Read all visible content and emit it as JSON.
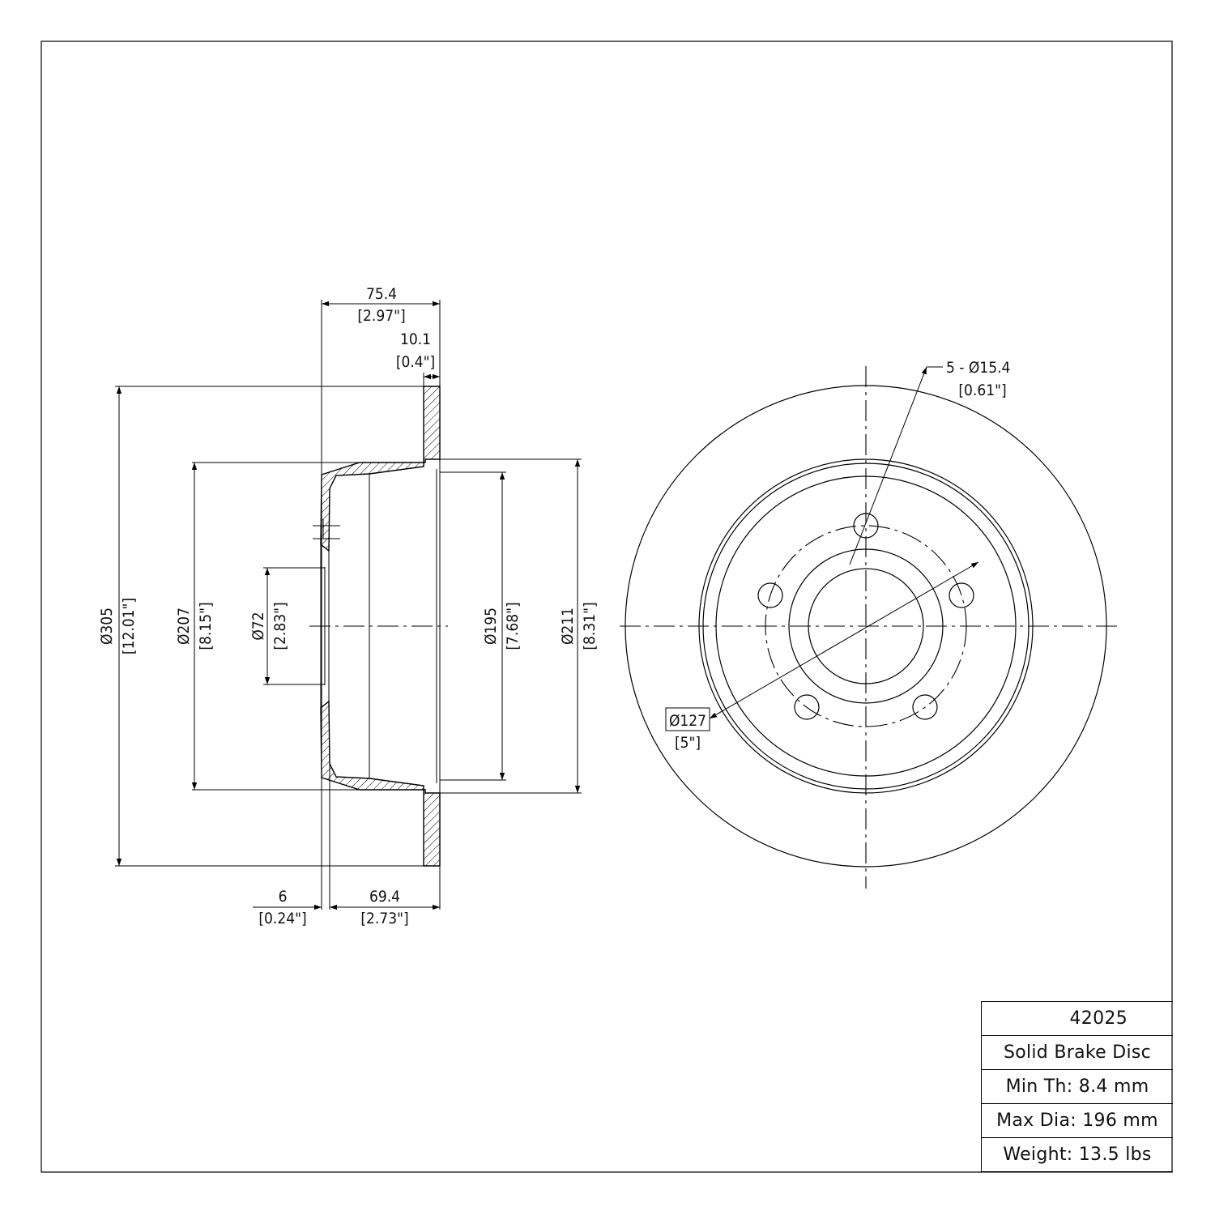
{
  "side_view": {
    "overall_depth": {
      "mm": "75.4",
      "in": "[2.97\"]"
    },
    "rotor_thickness": {
      "mm": "10.1",
      "in": "[0.4\"]"
    },
    "hat_offset": {
      "mm": "6",
      "in": "[0.24\"]"
    },
    "hat_depth": {
      "mm": "69.4",
      "in": "[2.73\"]"
    },
    "outer_diameter": {
      "mm": "Ø305",
      "in": "[12.01\"]"
    },
    "hat_diameter": {
      "mm": "Ø207",
      "in": "[8.15\"]"
    },
    "center_bore": {
      "mm": "Ø72",
      "in": "[2.83\"]"
    },
    "inner_diameter": {
      "mm": "Ø195",
      "in": "[7.68\"]"
    },
    "friction_inner_diameter": {
      "mm": "Ø211",
      "in": "[8.31\"]"
    }
  },
  "front_view": {
    "bolt_holes": {
      "mm": "5 - Ø15.4",
      "in": "[0.61\"]"
    },
    "bolt_circle": {
      "mm": "Ø127",
      "in": "[5\"]"
    }
  },
  "title_block": {
    "part_number": "42025",
    "description": "Solid Brake Disc",
    "min_thickness": "Min Th: 8.4 mm",
    "max_diameter": "Max Dia: 196 mm",
    "weight": "Weight: 13.5 lbs"
  }
}
